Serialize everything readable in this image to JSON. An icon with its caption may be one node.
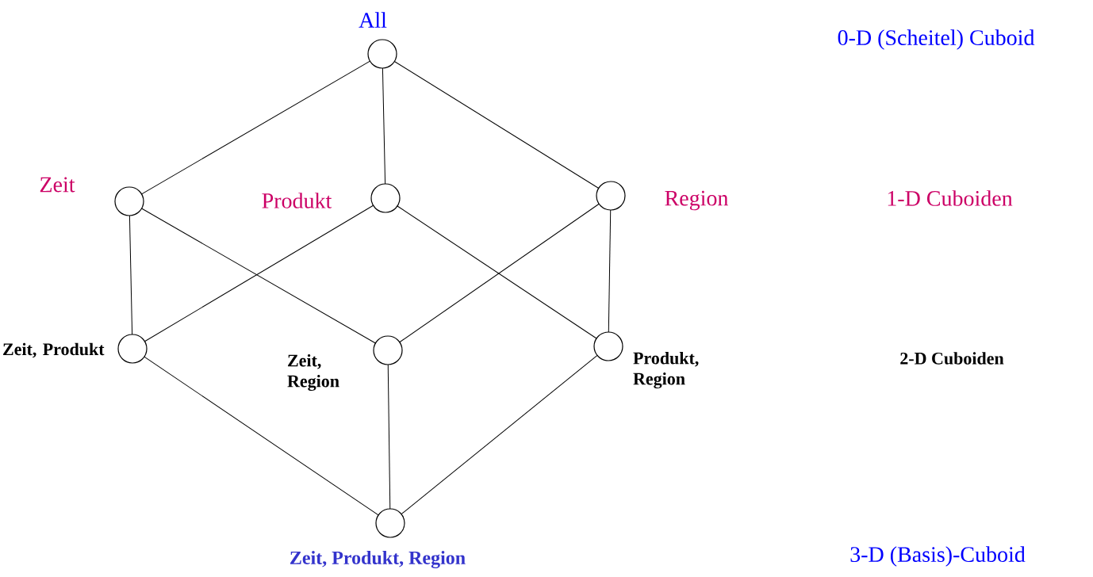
{
  "diagram": {
    "nodes": [
      {
        "text": [],
        "shape": "circle",
        "beside": [
          "All"
        ]
      },
      {
        "text": [],
        "shape": "circle",
        "beside": [
          "Zeit"
        ]
      },
      {
        "text": [],
        "shape": "circle",
        "beside": [
          "Produkt"
        ]
      },
      {
        "text": [],
        "shape": "circle",
        "beside": [
          "Region"
        ]
      },
      {
        "text": [],
        "shape": "circle",
        "beside": [
          "Zeit, Produkt"
        ]
      },
      {
        "text": [],
        "shape": "circle",
        "beside": [
          "Zeit, Region"
        ]
      },
      {
        "text": [],
        "shape": "circle",
        "beside": [
          "Produkt, Region"
        ]
      },
      {
        "text": [],
        "shape": "circle",
        "beside": [
          "Zeit, Produkt, Region"
        ]
      }
    ],
    "edges": [
      {
        "from": 0,
        "to": 1,
        "arrow": "none"
      },
      {
        "from": 0,
        "to": 2,
        "arrow": "none"
      },
      {
        "from": 0,
        "to": 3,
        "arrow": "none"
      },
      {
        "from": 1,
        "to": 4,
        "arrow": "none"
      },
      {
        "from": 1,
        "to": 5,
        "arrow": "none"
      },
      {
        "from": 2,
        "to": 4,
        "arrow": "none"
      },
      {
        "from": 2,
        "to": 6,
        "arrow": "none"
      },
      {
        "from": 3,
        "to": 5,
        "arrow": "none"
      },
      {
        "from": 3,
        "to": 6,
        "arrow": "none"
      },
      {
        "from": 4,
        "to": 7,
        "arrow": "none"
      },
      {
        "from": 5,
        "to": 7,
        "arrow": "none"
      },
      {
        "from": 6,
        "to": 7,
        "arrow": "none"
      }
    ],
    "labels": [
      "0-D (Scheitel) Cuboid",
      "1-D Cuboiden",
      "2-D Cuboiden",
      "3-D (Basis)-Cuboid"
    ]
  }
}
